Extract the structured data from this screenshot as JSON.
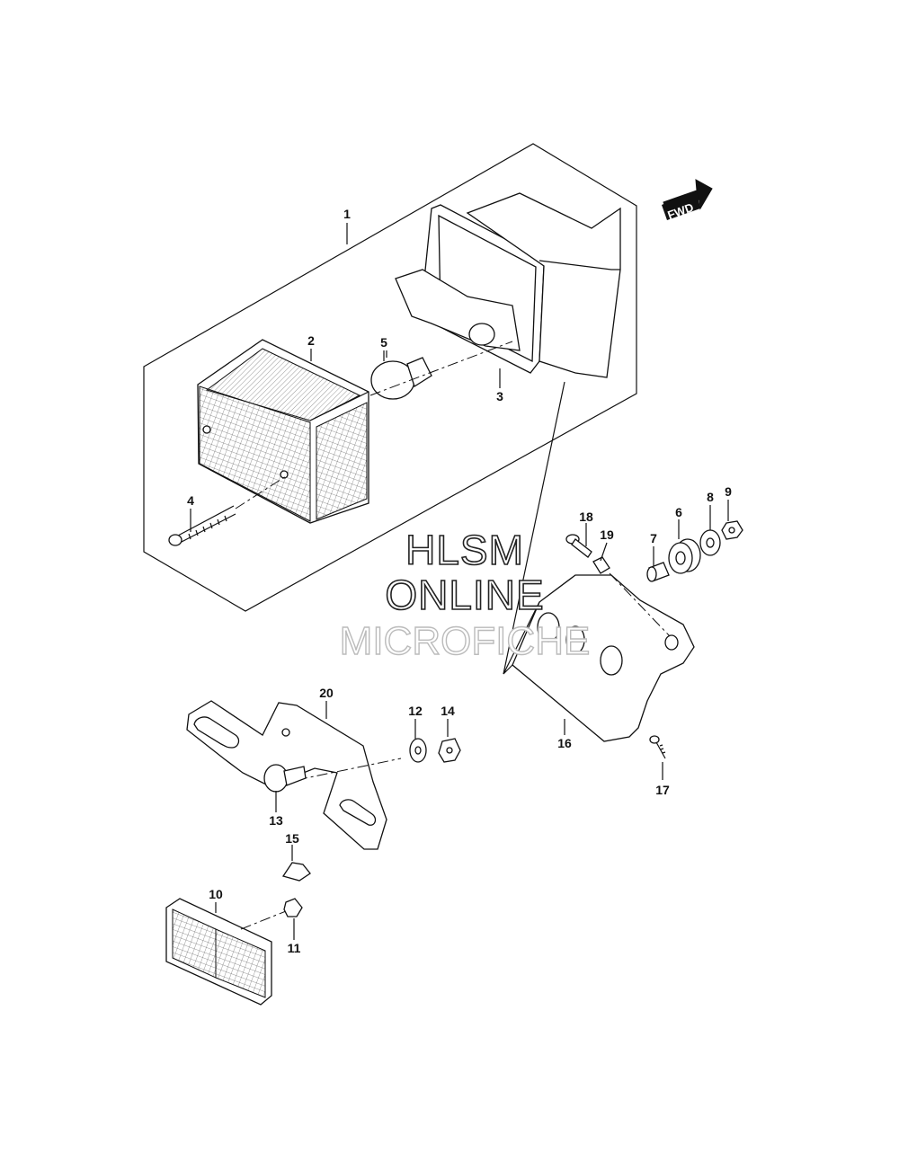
{
  "direction_badge": {
    "text": "FWD"
  },
  "watermark": {
    "line1": "HLSM",
    "line2": "ONLINE",
    "line3": "MICROFICHE"
  },
  "callouts": {
    "c1": "1",
    "c2": "2",
    "c3": "3",
    "c4": "4",
    "c5": "5",
    "c6": "6",
    "c7": "7",
    "c8": "8",
    "c9": "9",
    "c10": "10",
    "c11": "11",
    "c12": "12",
    "c13": "13",
    "c14": "14",
    "c15": "15",
    "c16": "16",
    "c17": "17",
    "c18": "18",
    "c19": "19",
    "c20": "20"
  }
}
